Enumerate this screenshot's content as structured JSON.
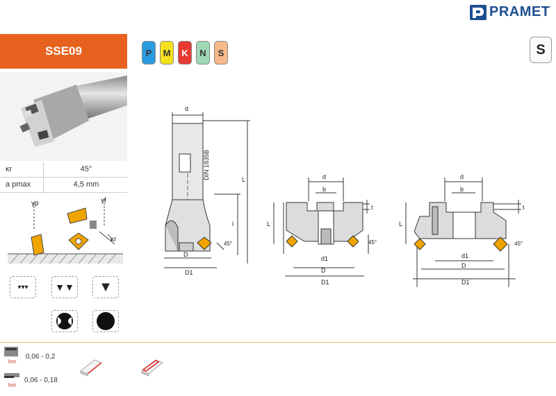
{
  "brand": {
    "name": "PRAMET",
    "color": "#1d4f91"
  },
  "product": {
    "code": "SSE09",
    "accent": "#e8621f"
  },
  "materials": [
    {
      "letter": "P",
      "color": "#2b9be0"
    },
    {
      "letter": "M",
      "color": "#f5e11d"
    },
    {
      "letter": "K",
      "color": "#e63a33"
    },
    {
      "letter": "N",
      "color": "#9fd9b6"
    },
    {
      "letter": "S",
      "color": "#f7b98a"
    }
  ],
  "class_label": "S",
  "specs": [
    {
      "symbol": "κr",
      "value": "45°"
    },
    {
      "symbol": "a pmax",
      "value": "4,5 mm"
    }
  ],
  "angle_labels": {
    "gamma_p": "γp",
    "gamma_f": "γf",
    "kappa_r": "κr"
  },
  "feed_rows": [
    {
      "icon": "tooth-feed-icon",
      "sub": "hm",
      "value": "0,06 - 0,2"
    },
    {
      "icon": "chip-thickness-icon",
      "sub": "hm",
      "value": "0,06 - 0,18"
    }
  ],
  "drawing1": {
    "d": "d",
    "din": "DIN 1835B",
    "L": "L",
    "l": "l",
    "angle": "45°",
    "D": "D",
    "D1": "D1"
  },
  "drawing2": {
    "d": "d",
    "b": "b",
    "t": "t",
    "L": "L",
    "d1": "d1",
    "angle": "45°",
    "D": "D",
    "D1": "D1"
  },
  "drawing3": {
    "d": "d",
    "b": "b",
    "t": "t",
    "L": "L",
    "d1": "d1",
    "angle": "45°",
    "D": "D",
    "D1": "D1"
  }
}
